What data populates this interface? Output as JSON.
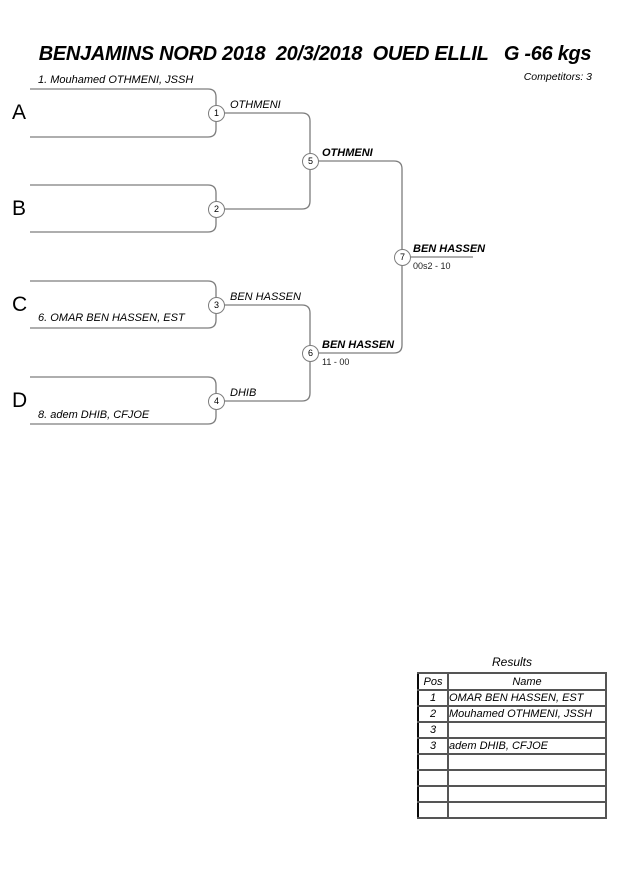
{
  "header": {
    "title": "BENJAMINS NORD 2018  20/3/2018  OUED ELLIL   G -66 kgs",
    "competitors_label": "Competitors: 3"
  },
  "bracket": {
    "line_color": "#7d7d7d",
    "sections": [
      {
        "letter": "A",
        "seed": "1. Mouhamed OTHMENI, JSSH"
      },
      {
        "letter": "B",
        "seed": ""
      },
      {
        "letter": "C",
        "seed": "6. OMAR BEN HASSEN, EST"
      },
      {
        "letter": "D",
        "seed": "8. adem DHIB, CFJOE"
      }
    ],
    "matches": [
      {
        "number": "1",
        "winner": "OTHMENI",
        "score": ""
      },
      {
        "number": "2",
        "winner": "",
        "score": ""
      },
      {
        "number": "3",
        "winner": "BEN HASSEN",
        "score": ""
      },
      {
        "number": "4",
        "winner": "DHIB",
        "score": ""
      },
      {
        "number": "5",
        "winner": "OTHMENI",
        "score": ""
      },
      {
        "number": "6",
        "winner": "BEN HASSEN",
        "score": "11 - 00"
      },
      {
        "number": "7",
        "winner": "BEN HASSEN",
        "score": "00s2 - 10"
      }
    ]
  },
  "results": {
    "title": "Results",
    "columns": [
      "Pos",
      "Name"
    ],
    "rows": [
      {
        "pos": "1",
        "name": "OMAR BEN HASSEN, EST"
      },
      {
        "pos": "2",
        "name": "Mouhamed OTHMENI, JSSH"
      },
      {
        "pos": "3",
        "name": ""
      },
      {
        "pos": "3",
        "name": "adem DHIB, CFJOE"
      },
      {
        "pos": "",
        "name": ""
      },
      {
        "pos": "",
        "name": ""
      },
      {
        "pos": "",
        "name": ""
      },
      {
        "pos": "",
        "name": ""
      }
    ]
  }
}
